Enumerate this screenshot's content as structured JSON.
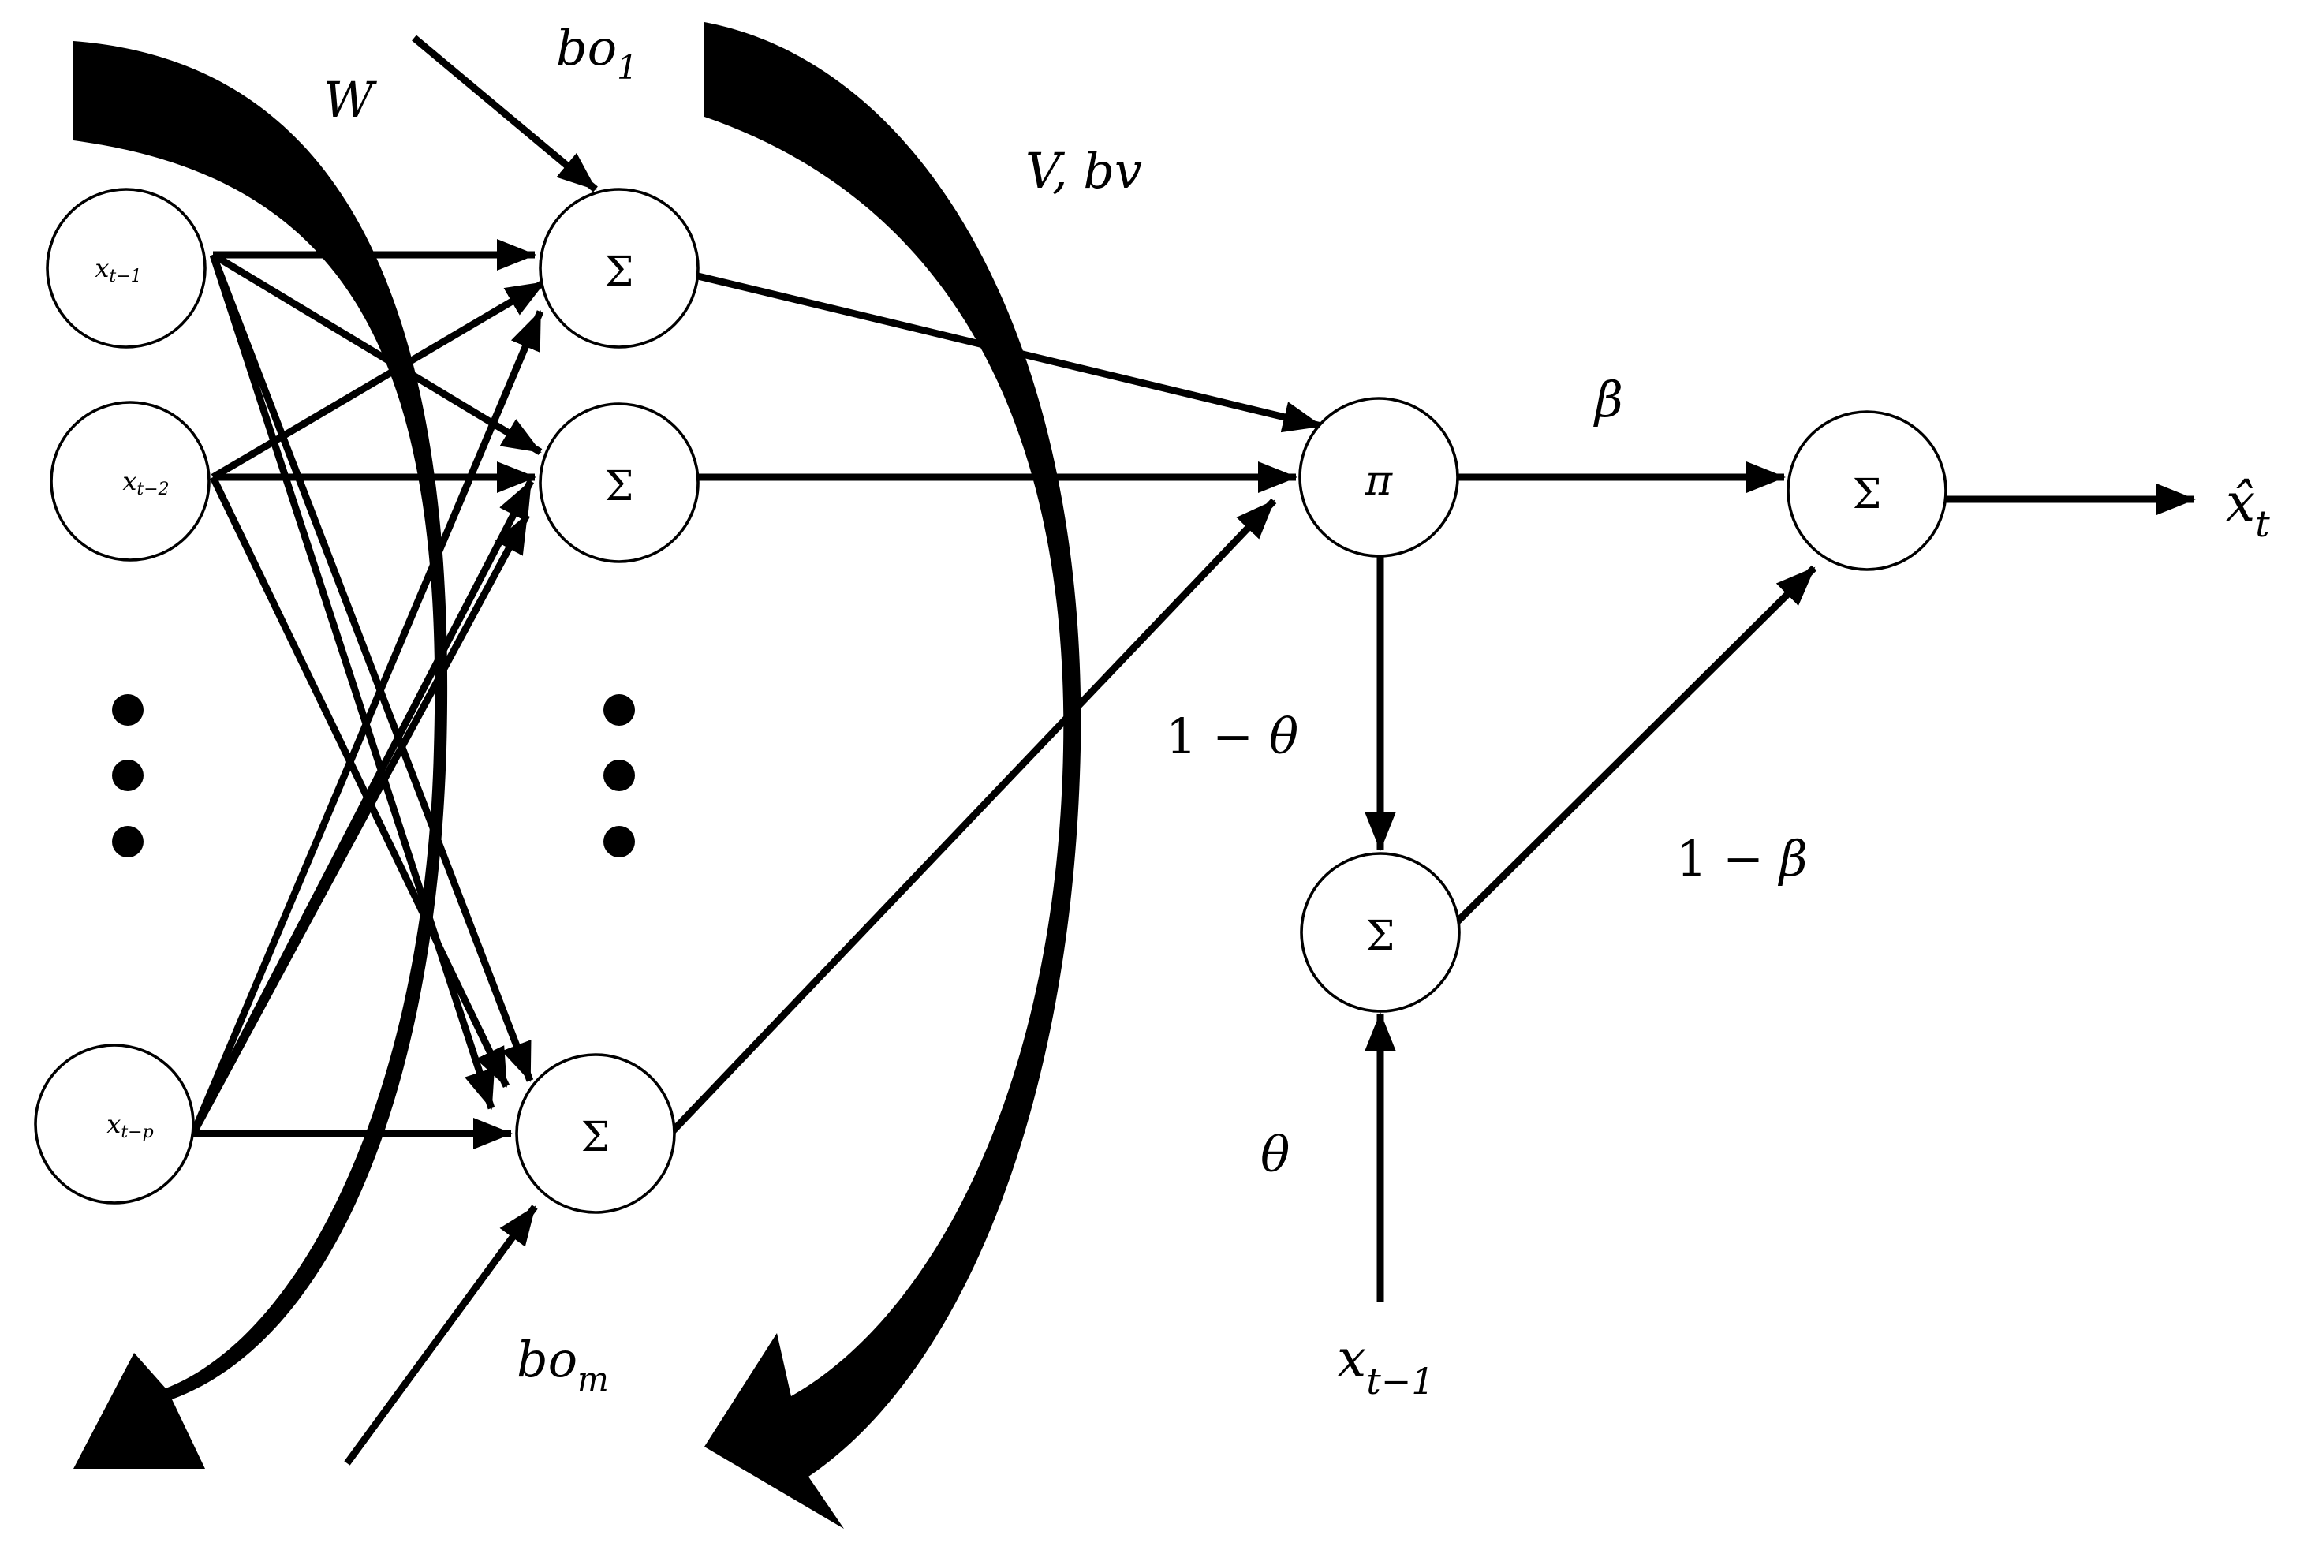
{
  "diagram": {
    "nodes": {
      "input_1": "x",
      "input_1_sub": "t−1",
      "input_2": "x",
      "input_2_sub": "t−2",
      "input_p": "x",
      "input_p_sub": "t−p",
      "hidden_1": "Σ",
      "hidden_2": "Σ",
      "hidden_m": "Σ",
      "product": "π",
      "mix_sum": "Σ",
      "output_sum": "Σ"
    },
    "labels": {
      "weights_w": "W",
      "bias_1_base": "bo",
      "bias_1_sub": "1",
      "bias_m_base": "bo",
      "bias_m_sub": "m",
      "weights_v": "V, bv",
      "beta": "β",
      "one_minus_beta_prefix": "1 − ",
      "one_minus_beta_sym": "β",
      "one_minus_theta_prefix": "1 − ",
      "one_minus_theta_sym": "θ",
      "theta": "θ",
      "prev_input": "x",
      "prev_input_sub": "t−1",
      "output": "x̂",
      "output_sub": "t"
    }
  }
}
